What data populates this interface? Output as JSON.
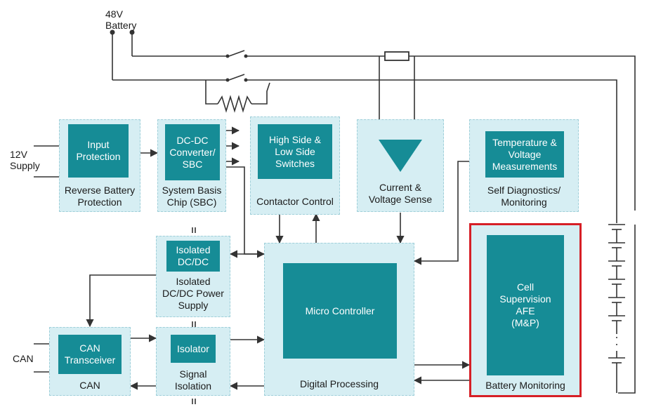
{
  "battery_label": "48V\nBattery",
  "supply_label": "12V\nSupply",
  "can_label": "CAN",
  "blocks": {
    "input_protection": {
      "chip": "Input\nProtection",
      "caption": "Reverse Battery\nProtection"
    },
    "dcdc": {
      "chip": "DC-DC\nConverter/\nSBC",
      "caption": "System Basis\nChip (SBC)"
    },
    "contactor": {
      "chip": "High Side &\nLow Side\nSwitches",
      "caption": "Contactor Control"
    },
    "current_sense": {
      "caption": "Current &\nVoltage Sense"
    },
    "self_diag": {
      "chip": "Temperature &\nVoltage\nMeasurements",
      "caption": "Self Diagnostics/\nMonitoring"
    },
    "isolated_dcdc": {
      "chip": "Isolated\nDC/DC",
      "caption": "Isolated\nDC/DC Power\nSupply"
    },
    "digital": {
      "chip": "Micro Controller",
      "caption": "Digital Processing"
    },
    "battery_monitoring": {
      "chip": "Cell\nSupervision\nAFE\n(M&P)",
      "caption": "Battery Monitoring"
    },
    "can": {
      "chip": "CAN\nTransceiver",
      "caption": "CAN"
    },
    "signal_isolation": {
      "chip": "Isolator",
      "caption": "Signal\nIsolation"
    }
  },
  "colors": {
    "block_bg": "#d6eef3",
    "chip": "#168c96",
    "wire": "#333333",
    "highlight": "#d61f26"
  }
}
